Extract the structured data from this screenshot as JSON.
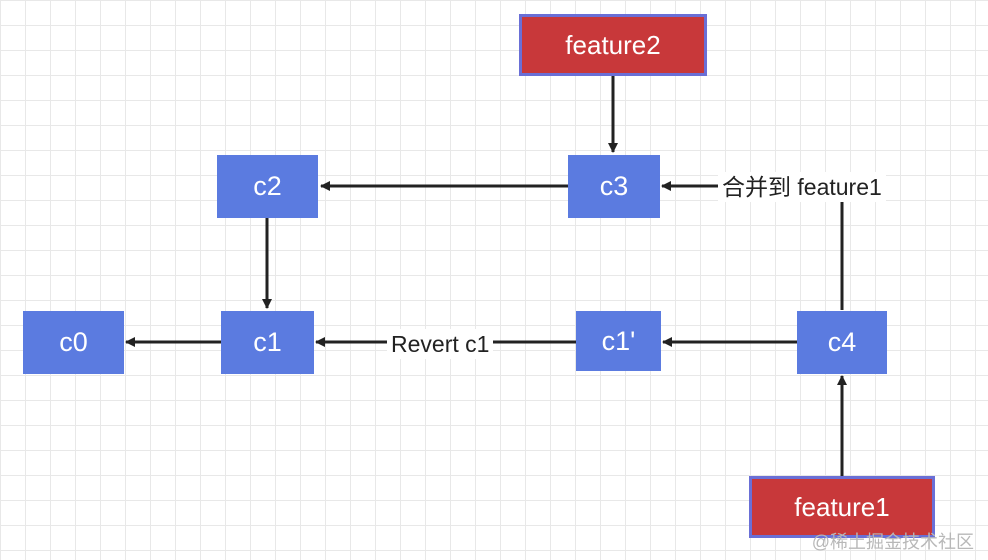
{
  "nodes": {
    "c0": "c0",
    "c1": "c1",
    "c2": "c2",
    "c3": "c3",
    "c1_prime": "c1'",
    "c4": "c4"
  },
  "branches": {
    "feature1": "feature1",
    "feature2": "feature2"
  },
  "edge_labels": {
    "revert": "Revert c1",
    "merge": "合并到 feature1"
  },
  "watermark": "@稀土掘金技术社区",
  "colors": {
    "node": "#5b7be0",
    "branch": "#c8383a",
    "branch_border": "#6a6fd6",
    "edge": "#222222"
  }
}
